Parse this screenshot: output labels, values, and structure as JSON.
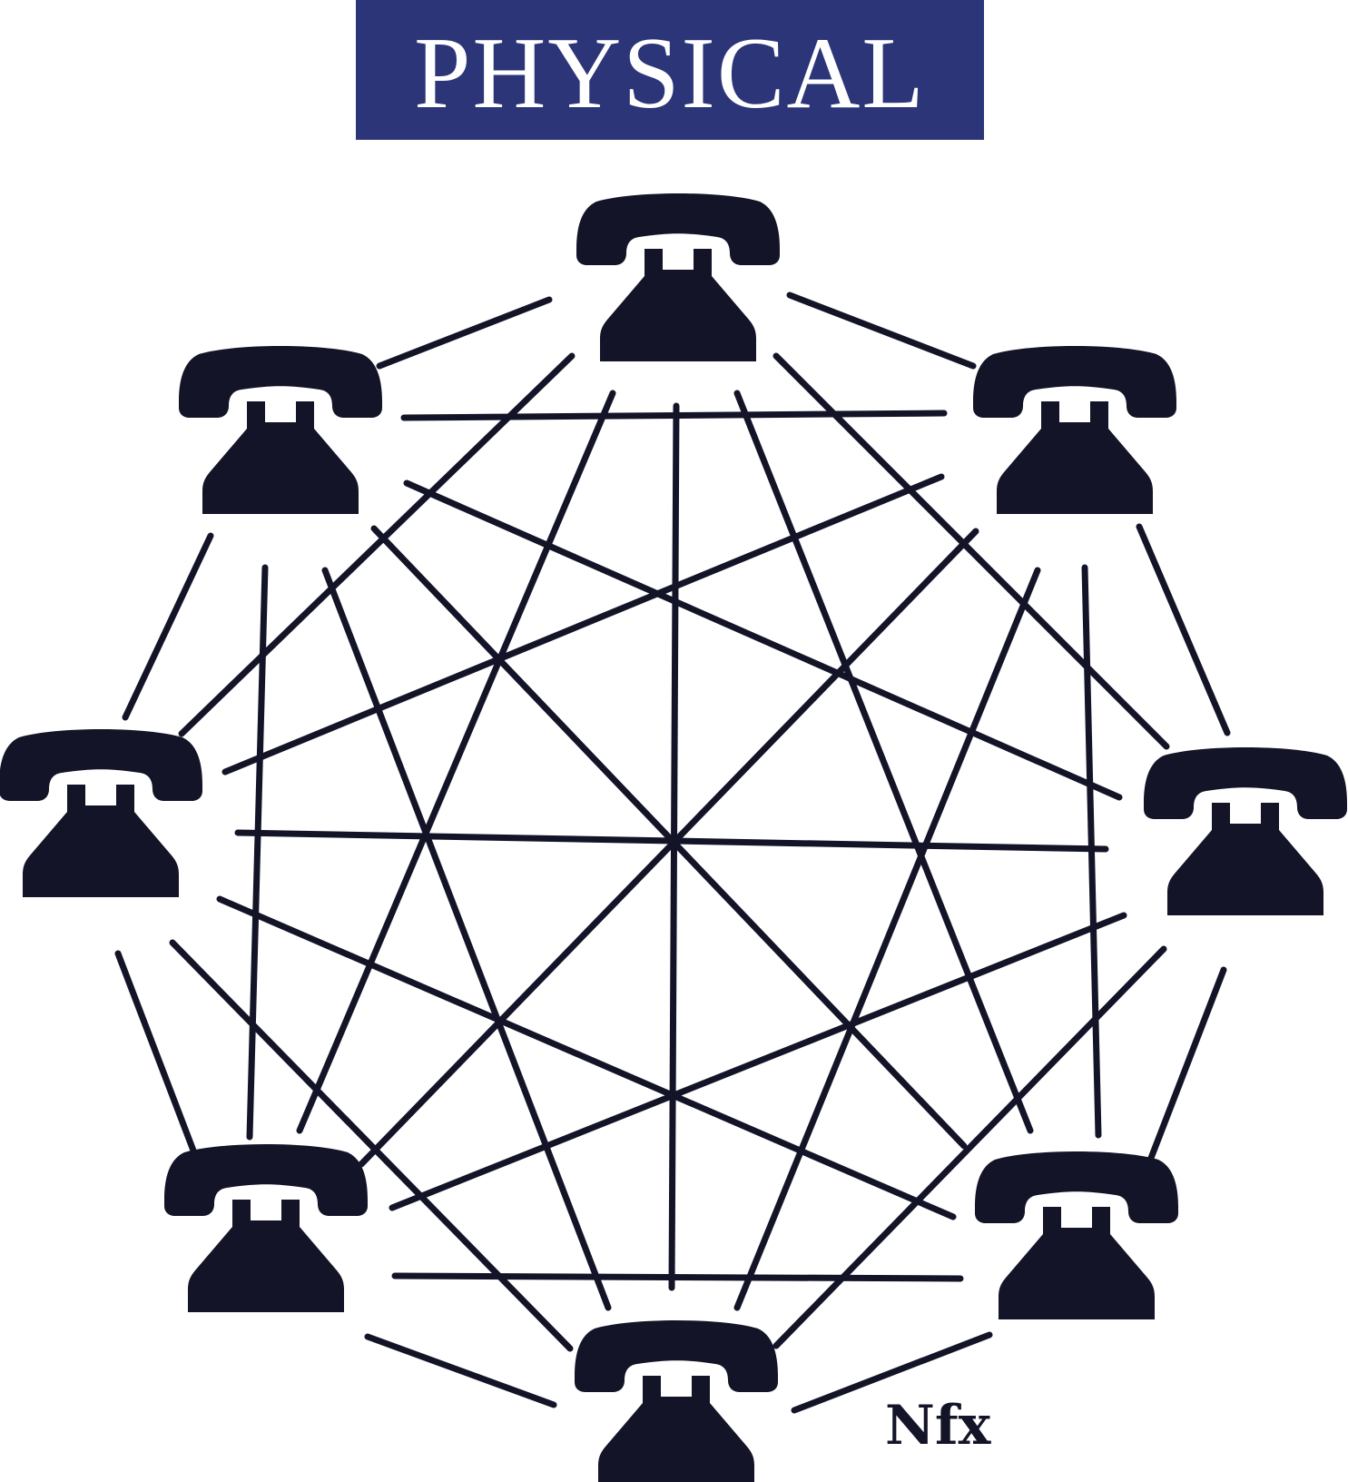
{
  "title": "PHYSICAL",
  "brand": "Nfx",
  "colors": {
    "banner": "#2b3578",
    "ink": "#131427",
    "background": "#ffffff"
  },
  "network": {
    "node_icon": "telephone-icon",
    "node_count": 8,
    "topology": "complete-graph"
  }
}
